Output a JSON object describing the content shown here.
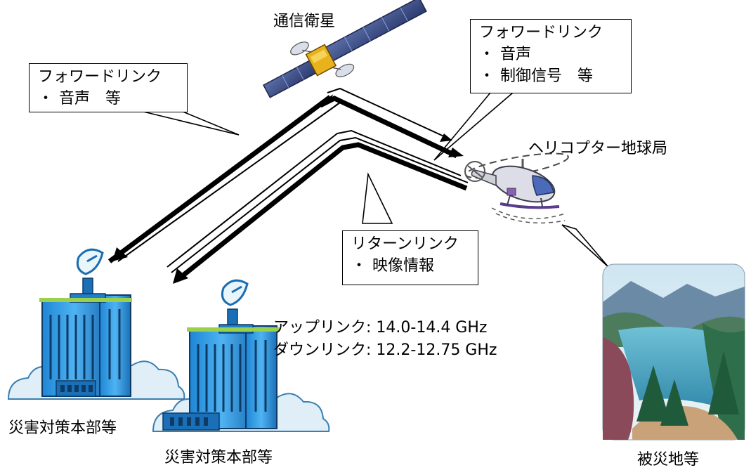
{
  "satellite": {
    "label": "通信衛星"
  },
  "callouts": {
    "left_forward": {
      "title": "フォワードリンク",
      "items": [
        "音声　等"
      ]
    },
    "right_forward": {
      "title": "フォワードリンク",
      "items": [
        "音声",
        "制御信号　等"
      ]
    },
    "return": {
      "title": "リターンリンク",
      "items": [
        "映像情報"
      ]
    },
    "bullet": "・"
  },
  "helicopter": {
    "label": "ヘリコプター地球局"
  },
  "frequencies": {
    "uplink": "アップリンク: 14.0-14.4 GHz",
    "downlink": "ダウンリンク: 12.2-12.75 GHz"
  },
  "stations": [
    {
      "label": "災害対策本部等"
    },
    {
      "label": "災害対策本部等"
    }
  ],
  "disaster_site": {
    "label": "被災地等"
  }
}
